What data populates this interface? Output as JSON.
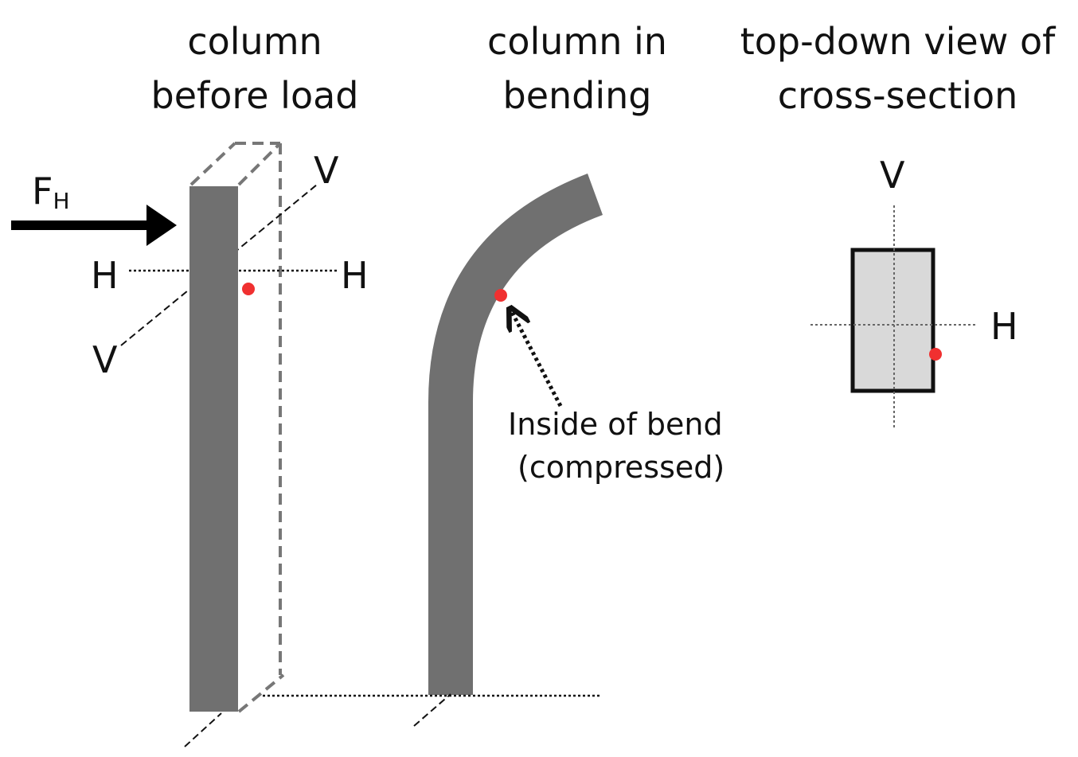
{
  "titles": {
    "panel1": "column\nbefore load",
    "panel2": "column in\nbending",
    "panel3": "top-down view of\ncross-section"
  },
  "labels": {
    "force_main": "F",
    "force_sub": "H",
    "h_left": "H",
    "h_right": "H",
    "v_top": "V",
    "v_bottom": "V",
    "cross_v": "V",
    "cross_h": "H",
    "annotation_line1": "Inside of bend",
    "annotation_line2": "(compressed)"
  },
  "colors": {
    "column": "#707070",
    "outline_dashed": "#777777",
    "marker": "#f03030",
    "cross_section_fill": "#d9d9d9",
    "ink": "#111111"
  },
  "icons": {
    "force_arrow": "right-arrow-icon",
    "annotation_arrow": "dotted-arrow-icon"
  }
}
